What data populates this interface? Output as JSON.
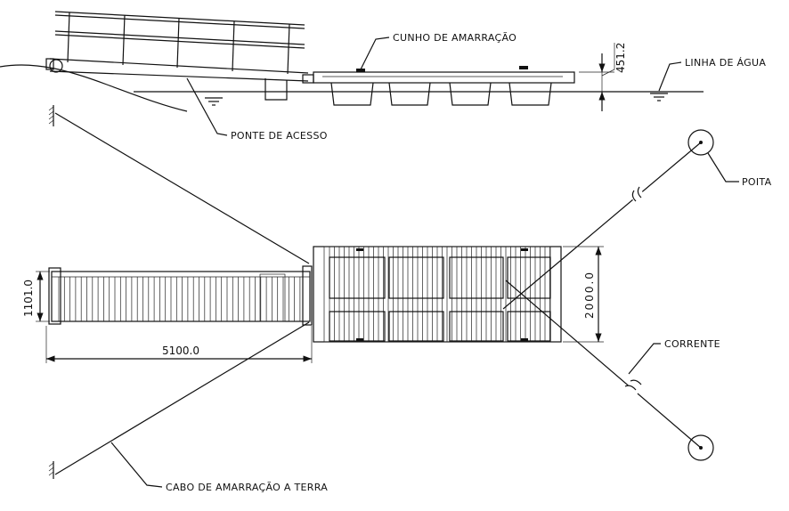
{
  "labels": {
    "cleat": "Cunho de amarração",
    "waterline": "Linha de água",
    "bridge": "Ponte de acesso",
    "mooring_weight": "Poita",
    "chain": "Corrente",
    "shore_cable": "Cabo de amarração a terra"
  },
  "dimensions": {
    "freeboard": "451.2",
    "bridge_width": "1101.0",
    "bridge_length": "5100.0",
    "pontoon_width": "2000.0"
  },
  "colors": {
    "line": "#111111",
    "background": "#ffffff"
  }
}
